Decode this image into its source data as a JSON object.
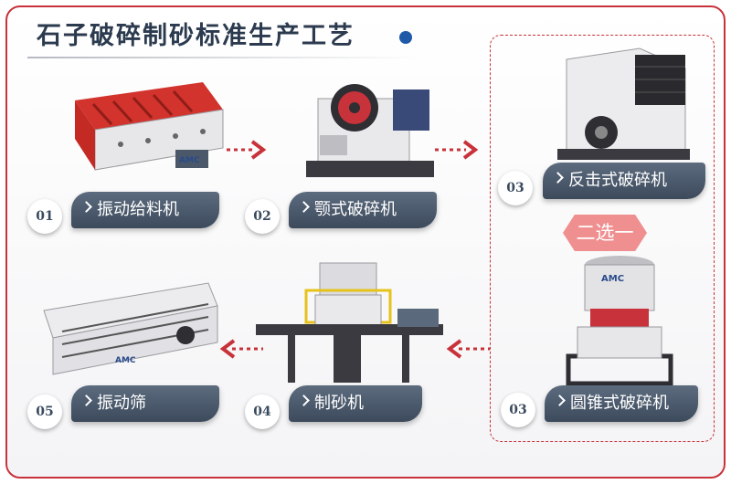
{
  "title": "石子破碎制砂标准生产工艺",
  "choice_tag": "二选一",
  "brand": "AMC",
  "colors": {
    "accent": "#c8323a",
    "label_bg": "#4a5869",
    "choice_bg": "#ef8f90"
  },
  "steps": [
    {
      "number": "01",
      "name": "振动给料机"
    },
    {
      "number": "02",
      "name": "颚式破碎机"
    },
    {
      "number": "03",
      "name": "反击式破碎机"
    },
    {
      "number": "03",
      "name": "圆锥式破碎机"
    },
    {
      "number": "04",
      "name": "制砂机"
    },
    {
      "number": "05",
      "name": "振动筛"
    }
  ]
}
